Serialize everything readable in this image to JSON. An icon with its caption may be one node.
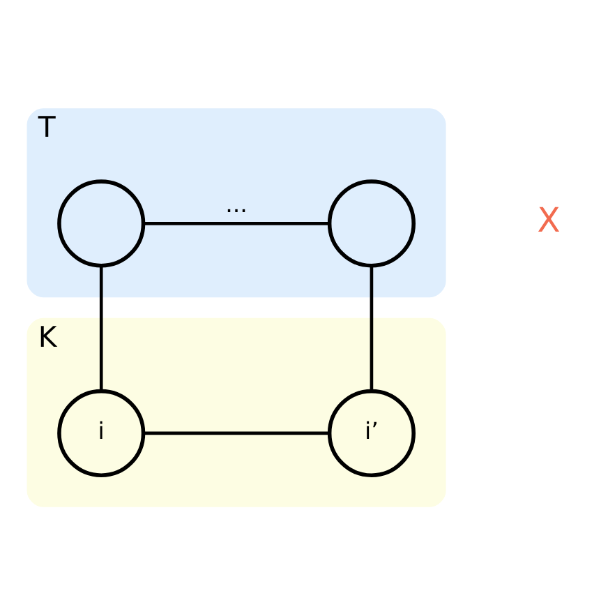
{
  "diagram": {
    "nodes": [
      {
        "text": [
          "T"
        ]
      },
      {
        "text": [],
        "shape": "circle",
        "in": 0
      },
      {
        "text": [],
        "shape": "circle",
        "in": 0
      },
      {
        "text": [
          "K"
        ]
      },
      {
        "text": [
          "i"
        ],
        "in": 3
      },
      {
        "text": [
          "i’"
        ],
        "in": 3
      }
    ],
    "edges": [
      {
        "from": 1,
        "to": 2,
        "arrow": "none",
        "label": "..."
      },
      {
        "from": 1,
        "to": 4,
        "arrow": "none"
      },
      {
        "from": 2,
        "to": 5,
        "arrow": "none"
      },
      {
        "from": 4,
        "to": 5,
        "arrow": "none"
      }
    ],
    "labels": [
      "X"
    ]
  }
}
